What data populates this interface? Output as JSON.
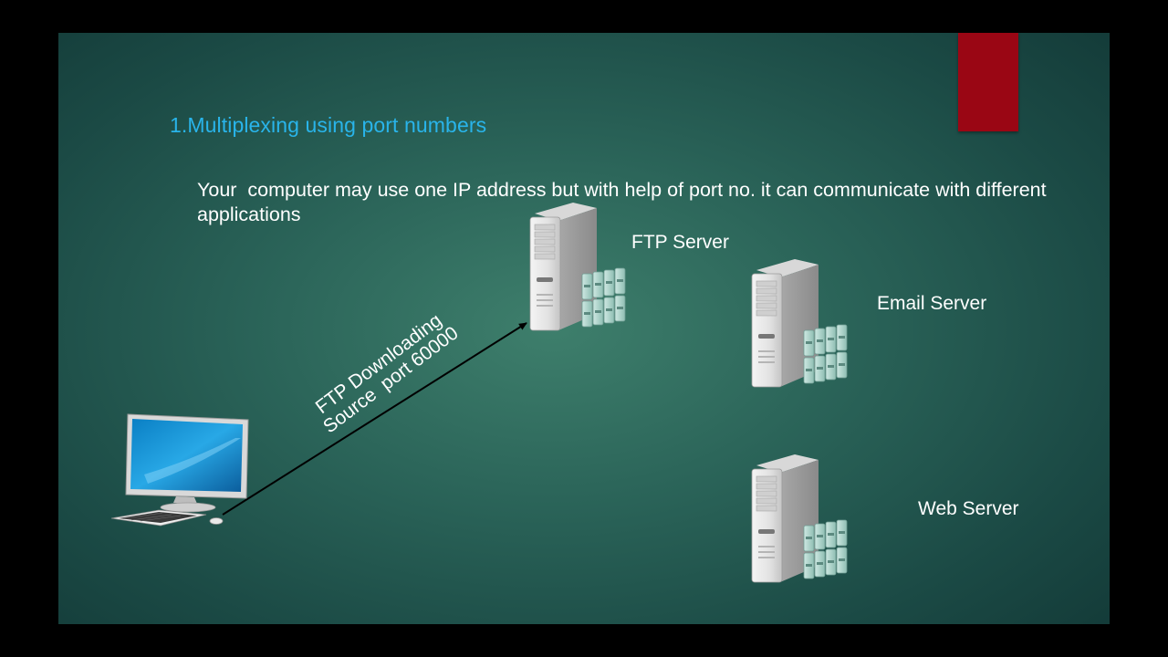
{
  "slide": {
    "accent_color": "#9a0614",
    "title": "1.Multiplexing using port numbers",
    "body": "Your  computer may use one IP address but with help of port no. it can communicate with different   applications"
  },
  "servers": [
    {
      "label": "FTP Server",
      "icon": "server-tower-icon"
    },
    {
      "label": "Email Server",
      "icon": "server-tower-icon"
    },
    {
      "label": "Web Server",
      "icon": "server-tower-icon"
    }
  ],
  "client": {
    "icon": "desktop-computer-icon"
  },
  "connection": {
    "label_line1": "FTP Downloading",
    "label_line2": "Source  port 60000"
  }
}
